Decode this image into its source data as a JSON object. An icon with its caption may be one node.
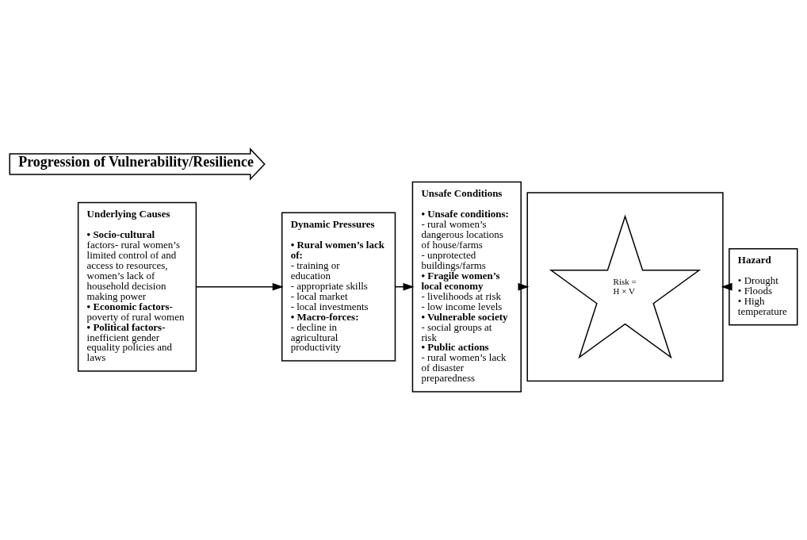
{
  "diagram": {
    "nodes": [
      {
        "text": [
          "Progression of Vulnerability/Resilience"
        ]
      },
      {
        "text": [
          "Underlying Causes",
          "• Socio-cultural factors- rural women’s limited control of and access to resources, women’s lack of household decision making power",
          "• Economic factors- poverty of rural women",
          "• Political factors- inefficient gender equality policies and laws"
        ]
      },
      {
        "text": [
          "Dynamic Pressures",
          "• Rural women’s lack of:",
          "- training or education",
          "- appropriate skills",
          "- local market",
          "- local investments",
          "• Macro-forces:",
          "- decline in agricultural productivity"
        ]
      },
      {
        "text": [
          "Unsafe Conditions",
          "• Unsafe conditions:",
          "- rural women’s dangerous locations of house/farms",
          "- unprotected buildings/farms",
          "• Fragile women’s local economy",
          "- livelihoods at risk",
          "- low income levels",
          "• Vulnerable society",
          "- social groups at risk",
          "• Public actions",
          "- rural women’s lack of disaster preparedness"
        ]
      },
      {
        "text": [],
        "shape": "box"
      },
      {
        "text": [
          "Risk = H × V"
        ],
        "in": 4
      },
      {
        "text": [
          "Hazard",
          "• Drought",
          "• Floods",
          "• High temperature"
        ]
      }
    ],
    "edges": [
      {
        "from": 1,
        "to": 2,
        "arrow": "to"
      },
      {
        "from": 2,
        "to": 3,
        "arrow": "to"
      },
      {
        "from": 3,
        "to": 4,
        "arrow": "to"
      },
      {
        "from": 6,
        "to": 4,
        "arrow": "to"
      }
    ]
  }
}
